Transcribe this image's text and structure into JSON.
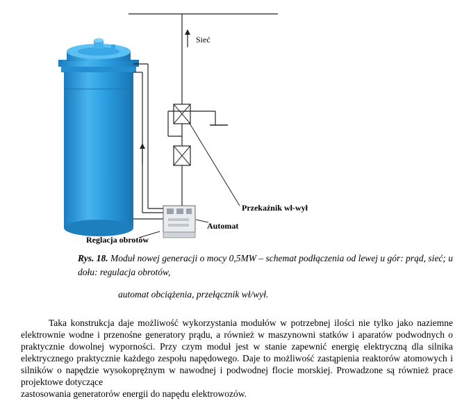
{
  "figure": {
    "label_siec": "Sieć",
    "label_przekaznik": "Przekaźnik wł-wył",
    "label_automat": "Automat",
    "label_regulacja": "Reglacja obrotów"
  },
  "caption": {
    "lead": "Rys. 18.",
    "text": " Moduł nowej generacji o mocy  0,5MW – schemat podłączenia  od lewej u gór: prąd, sieć;  u dołu: regulacja obrotów,",
    "line2": "automat  obciążenia, przełącznik wł/wył."
  },
  "body": {
    "paragraph": "Taka konstrukcja daje możliwość wykorzystania modułów w potrzebnej ilości nie tylko jako naziemne elektrownie wodne i przenośne generatory prądu, a również w maszynowni statków i aparatów podwodnych o praktycznie dowolnej wyporności. Przy czym moduł jest w stanie zapewnić energię elektryczną dla silnika elektrycznego praktycznie każdego zespołu napędowego. Daje to możliwość zastąpienia reaktorów atomowych i silników o napędzie wysokoprężnym w nawodnej i podwodnej flocie morskiej. Prowadzone są również prace projektowe dotyczące",
    "last_line": "zastosowania generatorów energii do napędu elektrowozów."
  },
  "colors": {
    "cylinder": "#2a9ee0",
    "cylinder_dark": "#1e7fbf",
    "cylinder_light": "#5cc0f2"
  }
}
